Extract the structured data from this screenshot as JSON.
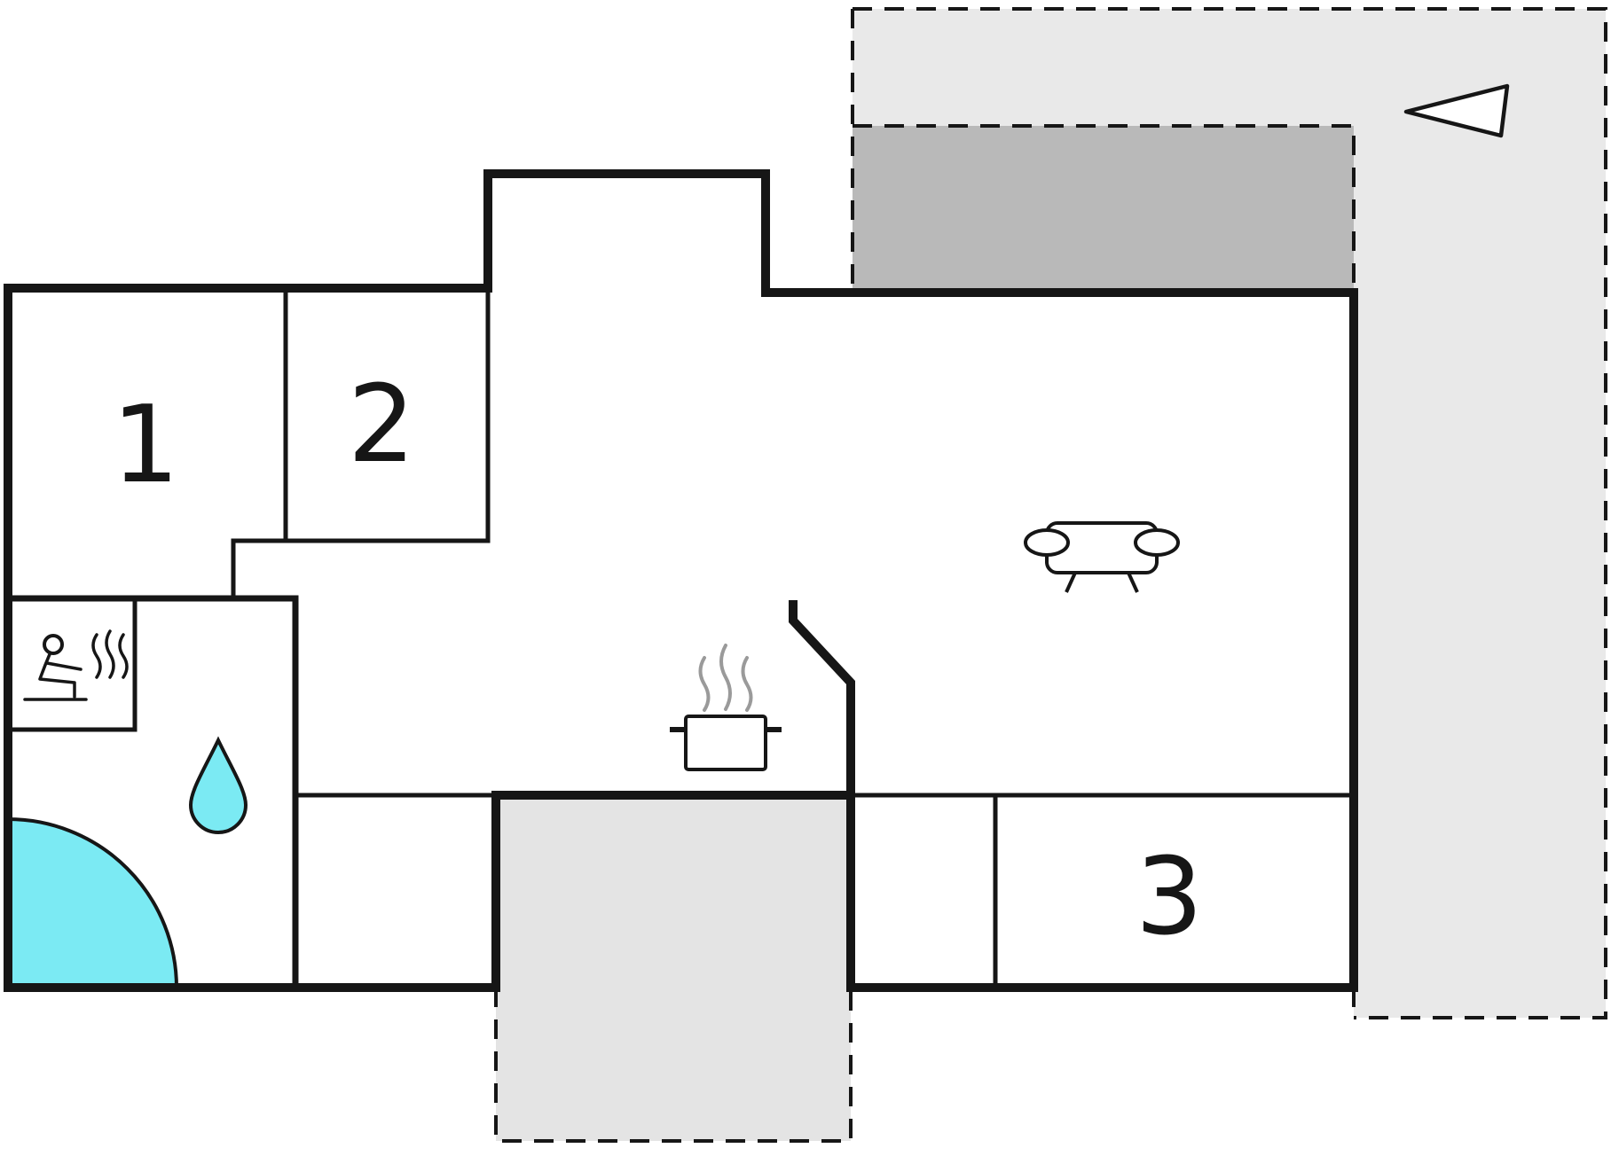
{
  "floorplan": {
    "rooms": [
      {
        "name": "room-1",
        "label": "1"
      },
      {
        "name": "room-2",
        "label": "2"
      },
      {
        "name": "room-3",
        "label": "3"
      }
    ],
    "icons": {
      "sauna": "sauna-icon",
      "water_drop": "water-drop-icon",
      "shower": "shower-icon",
      "stove": "stove-pot-icon",
      "sofa": "sofa-icon",
      "north_arrow": "north-arrow-icon"
    },
    "colors": {
      "wall": "#161616",
      "water": "#7beaf3",
      "terrace_light": "#e9e9e9",
      "terrace_dark": "#b9b9b9",
      "porch": "#e4e4e4",
      "steam": "#9a9a9a",
      "background": "#ffffff"
    }
  }
}
